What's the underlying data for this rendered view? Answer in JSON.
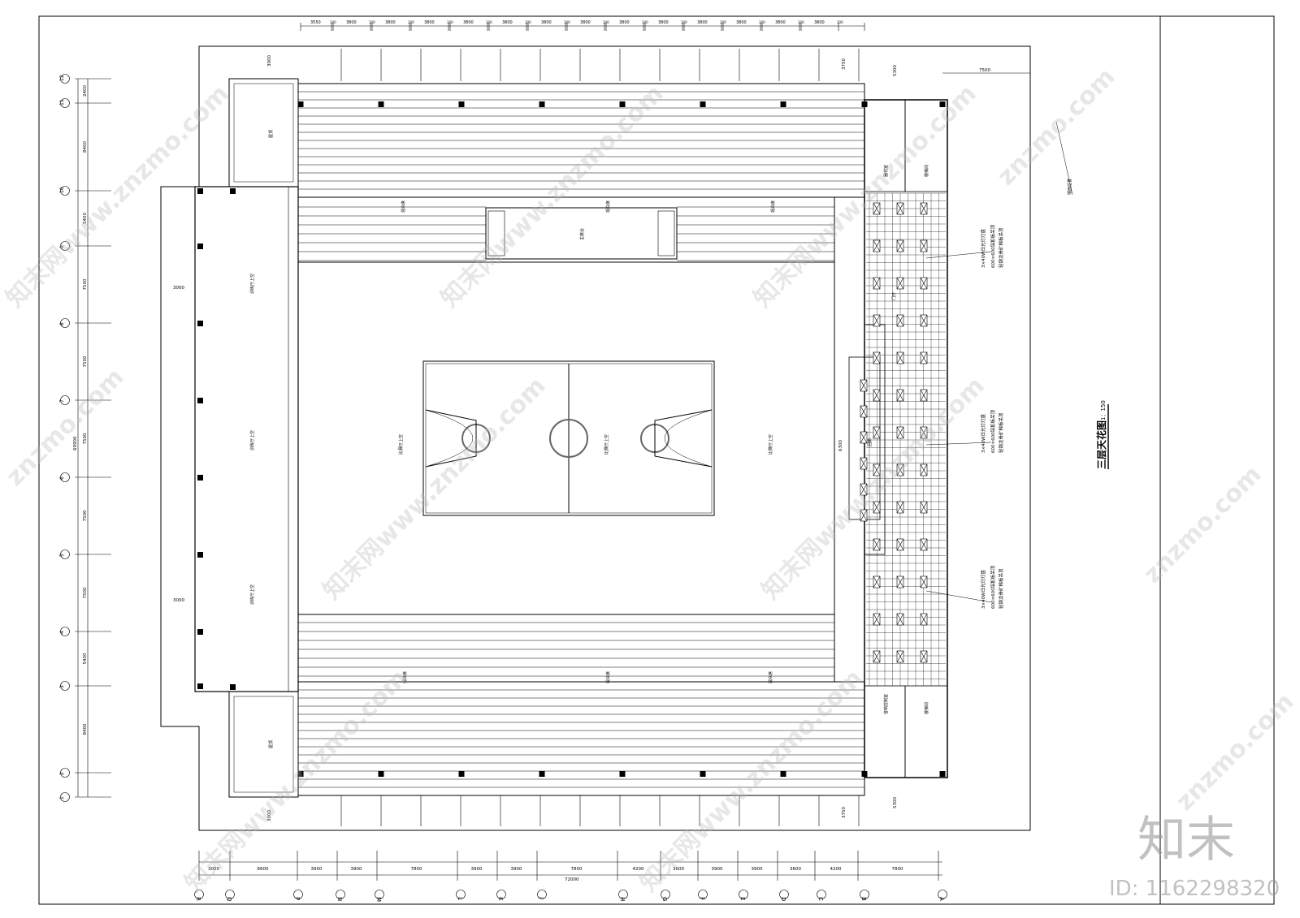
{
  "drawing": {
    "title": "三层天花图",
    "scale": "1：150"
  },
  "watermarks": {
    "repeat_text": "知末网www.znzmo.com",
    "site_text": "znzmo.com",
    "brand": "知末",
    "id_text": "ID: 1162298320"
  },
  "top_dims": [
    "3550",
    "100",
    "3800",
    "100",
    "3800",
    "100",
    "3800",
    "100",
    "3800",
    "100",
    "3800",
    "100",
    "3800",
    "100",
    "3800",
    "100",
    "3800",
    "100",
    "3800",
    "100",
    "3800",
    "100",
    "3800",
    "100",
    "3800",
    "100",
    "3800",
    "100"
  ],
  "bottom_dims": [
    "3000",
    "6600",
    "3900",
    "3900",
    "7800",
    "3900",
    "3900",
    "7800",
    "4200",
    "3600",
    "3900",
    "3900",
    "3600",
    "4200",
    "7800"
  ],
  "bottom_total": "72000",
  "col_axes": [
    "R",
    "Q",
    "P",
    "N",
    "M",
    "L",
    "K",
    "J",
    "H",
    "G",
    "F",
    "E",
    "D",
    "C",
    "B",
    "A"
  ],
  "row_axes": [
    "12",
    "11",
    "10",
    "9",
    "8",
    "7",
    "6",
    "5",
    "4",
    "3",
    "2",
    "1"
  ],
  "left_dims": [
    "2400",
    "8400",
    "5400",
    "7500",
    "7500",
    "7500",
    "7500",
    "7500",
    "5400",
    "8400"
  ],
  "left_total": "69900",
  "misc_dims": {
    "top_offset": "3000",
    "top_right": "3750",
    "right_top": "5300",
    "right_bottom": "5300",
    "bottom_offset": "3000",
    "bottom_right": "3750",
    "left_inner_top": "3000",
    "left_inner_bottom": "3000",
    "right_width": "7500",
    "corridor": "6300"
  },
  "rooms": {
    "roof_top": "屋顶",
    "roof_bottom": "屋顶",
    "training_1": "训练厅上空",
    "training_2": "训练厅上空",
    "training_3": "训练厅上空",
    "match_1": "比赛厅上空",
    "match_2": "比赛厅上空",
    "match_3": "比赛厅上空",
    "podium": "主席台",
    "equipment": "器材室",
    "stair_top": "楼梯间",
    "stair_bottom": "楼梯间",
    "sound": "音响控制室",
    "lobby": "门厅",
    "corridor": "回廊",
    "seat_labels": [
      "观众席",
      "观众席",
      "观众席",
      "观众席",
      "观众席",
      "观众席"
    ],
    "ceiling_note": "墙面位置"
  },
  "lighting_notes": [
    {
      "line1": "3×40W日光灯灯盘",
      "line2": "600×600铝扣板吊顶",
      "line3": "轻钢龙骨矿棉板吊顶"
    },
    {
      "line1": "3×40W日光灯灯盘",
      "line2": "600×600铝扣板吊顶",
      "line3": "轻钢龙骨矿棉板吊顶"
    },
    {
      "line1": "3×40W日光灯灯盘",
      "line2": "600×600铝扣板吊顶",
      "line3": "轻钢龙骨矿棉板吊顶"
    }
  ]
}
